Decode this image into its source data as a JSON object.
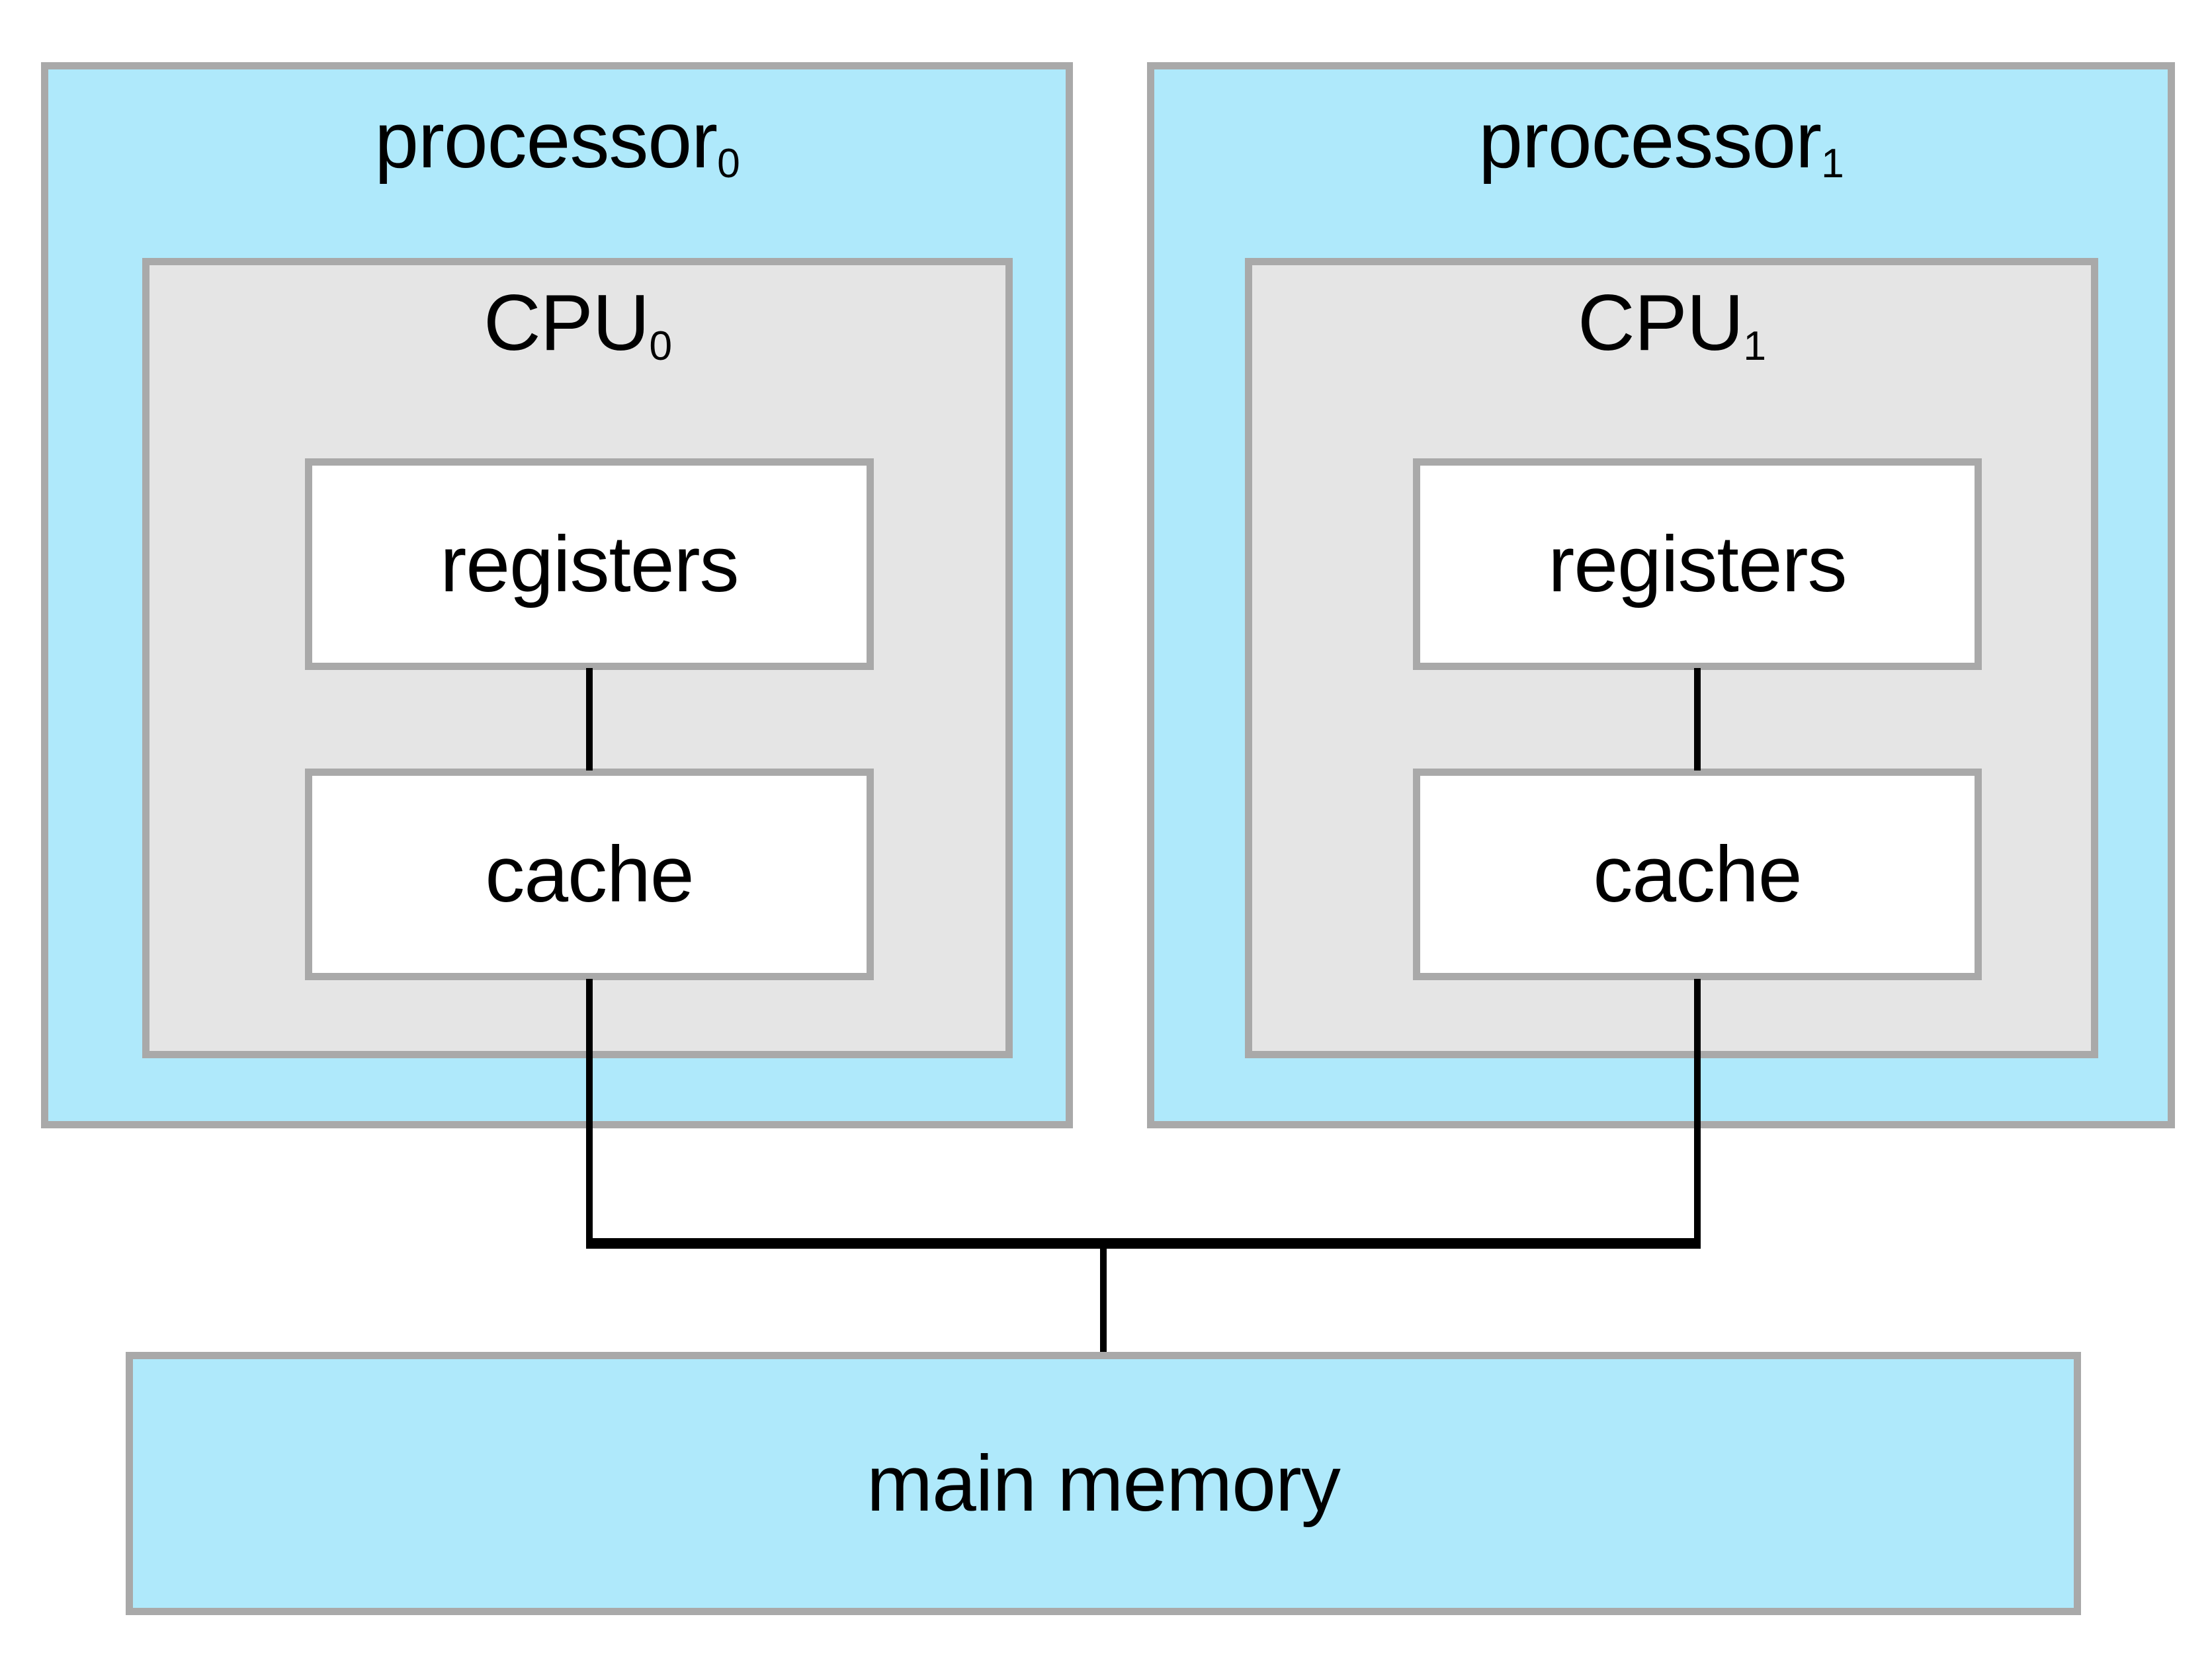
{
  "colors": {
    "background": "#ffffff",
    "processor_fill": "#afe9fb",
    "cpu_fill": "#e5e5e5",
    "box_border": "#a9a9a9",
    "line": "#000000",
    "text": "#000000"
  },
  "processors": [
    {
      "name": "processor",
      "subscript": "0",
      "cpu": {
        "name": "CPU",
        "subscript": "0"
      },
      "registers": "registers",
      "cache": "cache"
    },
    {
      "name": "processor",
      "subscript": "1",
      "cpu": {
        "name": "CPU",
        "subscript": "1"
      },
      "registers": "registers",
      "cache": "cache"
    }
  ],
  "main_memory": "main memory"
}
